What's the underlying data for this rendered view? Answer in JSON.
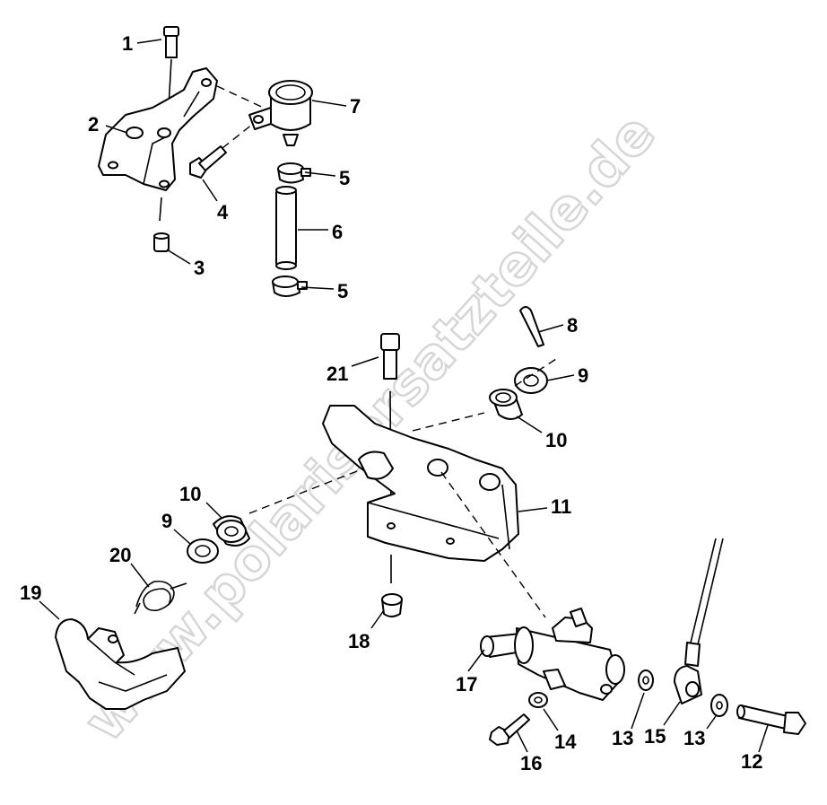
{
  "watermark": "www.polarisersatzteile.de",
  "callouts": {
    "c1": "1",
    "c2": "2",
    "c3": "3",
    "c4": "4",
    "c5a": "5",
    "c5b": "5",
    "c6": "6",
    "c7": "7",
    "c8": "8",
    "c9a": "9",
    "c9b": "9",
    "c10a": "10",
    "c10b": "10",
    "c11": "11",
    "c12": "12",
    "c13a": "13",
    "c13b": "13",
    "c14": "14",
    "c15": "15",
    "c16": "16",
    "c17": "17",
    "c18": "18",
    "c19": "19",
    "c20": "20",
    "c21": "21"
  }
}
